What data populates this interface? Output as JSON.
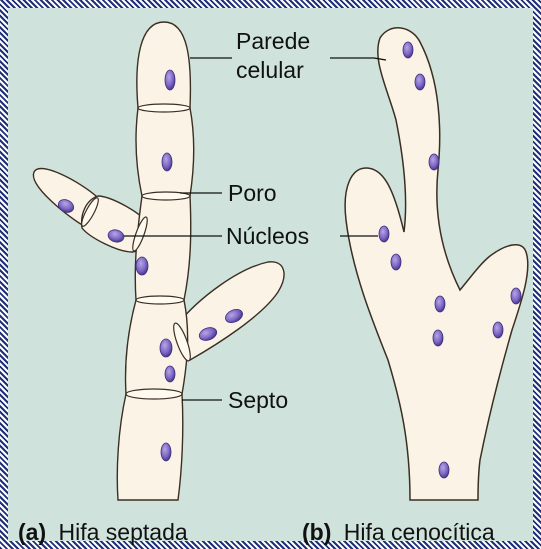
{
  "labels": {
    "cell_wall_line1": "Parede",
    "cell_wall_line2": "celular",
    "pore": "Poro",
    "nuclei": "Núcleos",
    "septum": "Septo"
  },
  "captions": {
    "a_letter": "(a)",
    "a_text": "Hifa septada",
    "b_letter": "(b)",
    "b_text": "Hifa cenocítica"
  },
  "colors": {
    "background": "#cfe3dc",
    "hypha_fill": "#fbf4e6",
    "outline": "#3b2e22",
    "nucleus_fill": "#8a74c8",
    "nucleus_dark": "#4b3a8c",
    "border": "#1f2f7a"
  }
}
